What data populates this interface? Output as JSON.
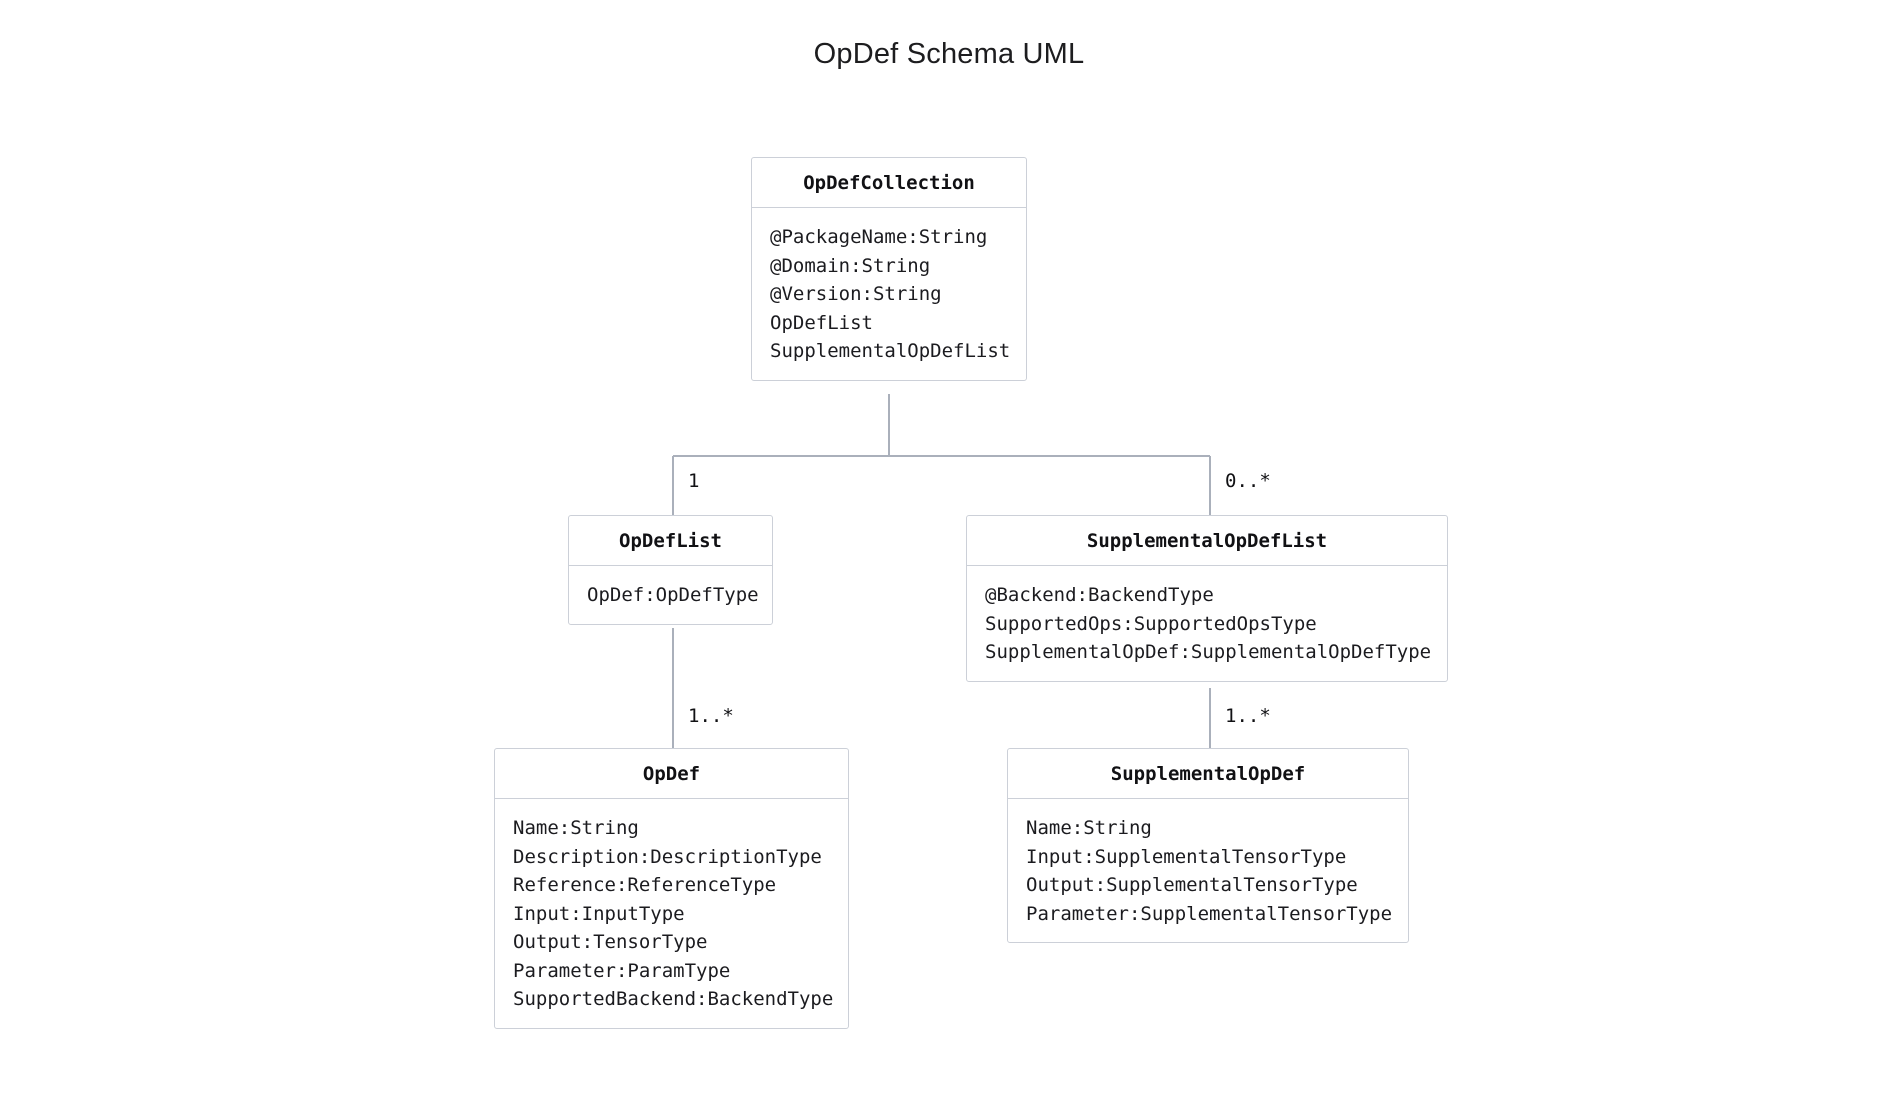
{
  "title": "OpDef Schema UML",
  "colors": {
    "background": "#ffffff",
    "box_border": "#ccd0d8",
    "edge": "#aab0bb",
    "text": "#1b1b1f",
    "title_text": "#1d1d1f"
  },
  "classes": [
    {
      "id": "opdefcollection",
      "name": "OpDefCollection",
      "attributes": [
        "@PackageName:String",
        "@Domain:String",
        "@Version:String",
        "OpDefList",
        "SupplementalOpDefList"
      ]
    },
    {
      "id": "opdeflist",
      "name": "OpDefList",
      "attributes": [
        "OpDef:OpDefType"
      ]
    },
    {
      "id": "supplementalopdeflist",
      "name": "SupplementalOpDefList",
      "attributes": [
        "@Backend:BackendType",
        "SupportedOps:SupportedOpsType",
        "SupplementalOpDef:SupplementalOpDefType"
      ]
    },
    {
      "id": "opdef",
      "name": "OpDef",
      "attributes": [
        "Name:String",
        "Description:DescriptionType",
        "Reference:ReferenceType",
        "Input:InputType",
        "Output:TensorType",
        "Parameter:ParamType",
        "SupportedBackend:BackendType"
      ]
    },
    {
      "id": "supplementalopdef",
      "name": "SupplementalOpDef",
      "attributes": [
        "Name:String",
        "Input:SupplementalTensorType",
        "Output:SupplementalTensorType",
        "Parameter:SupplementalTensorType"
      ]
    }
  ],
  "relations": [
    {
      "id": "rel-collection-opdeflist",
      "from": "OpDefCollection",
      "to": "OpDefList",
      "multiplicity": "1"
    },
    {
      "id": "rel-collection-suppopdeflist",
      "from": "OpDefCollection",
      "to": "SupplementalOpDefList",
      "multiplicity": "0..*"
    },
    {
      "id": "rel-opdeflist-opdef",
      "from": "OpDefList",
      "to": "OpDef",
      "multiplicity": "1..*"
    },
    {
      "id": "rel-suppopdeflist-suppopdef",
      "from": "SupplementalOpDefList",
      "to": "SupplementalOpDef",
      "multiplicity": "1..*"
    }
  ]
}
